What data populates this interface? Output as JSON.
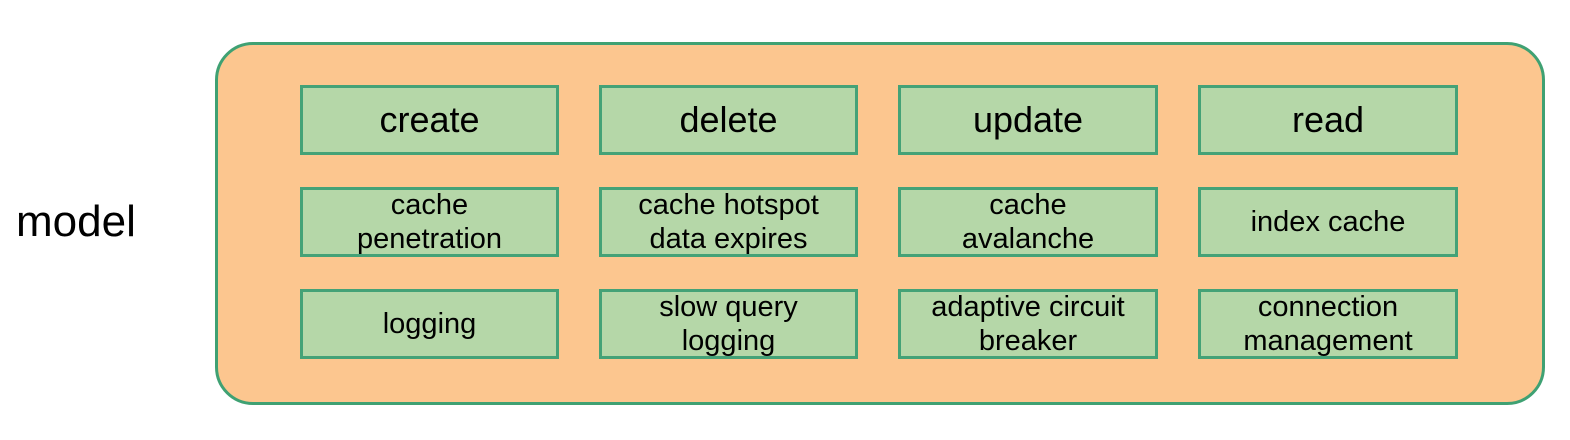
{
  "diagram": {
    "type": "grouped-node-diagram",
    "group_label": "model",
    "colors": {
      "group_fill": "#fcc68f",
      "group_border": "#3fa173",
      "node_fill": "#b5d7a8",
      "node_border": "#44a277",
      "text": "#000000",
      "background": "#ffffff"
    },
    "columns": [
      "create",
      "delete",
      "update",
      "read"
    ],
    "rows": [
      {
        "row_index": 0,
        "size": "lg",
        "cells": [
          "create",
          "delete",
          "update",
          "read"
        ]
      },
      {
        "row_index": 1,
        "size": "md",
        "cells": [
          "cache\npenetration",
          "cache hotspot\ndata expires",
          "cache\navalanche",
          "index cache"
        ]
      },
      {
        "row_index": 2,
        "size": "md",
        "cells": [
          "logging",
          "slow query\nlogging",
          "adaptive circuit\nbreaker",
          "connection\nmanagement"
        ]
      }
    ]
  }
}
